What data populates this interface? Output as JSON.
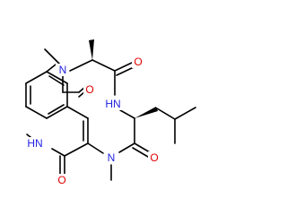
{
  "colors": {
    "background": "#ffffff",
    "bond": "#000000",
    "nitrogen": "#1f1fe0",
    "oxygen": "#e00000"
  },
  "atoms": {
    "n_top": "N",
    "o_top_right": "O",
    "o_left": "O",
    "nh_right": "HN",
    "nh_left": "HN",
    "n_bottom": "N",
    "o_bottom_right": "O",
    "o_bottom_left": "O"
  }
}
